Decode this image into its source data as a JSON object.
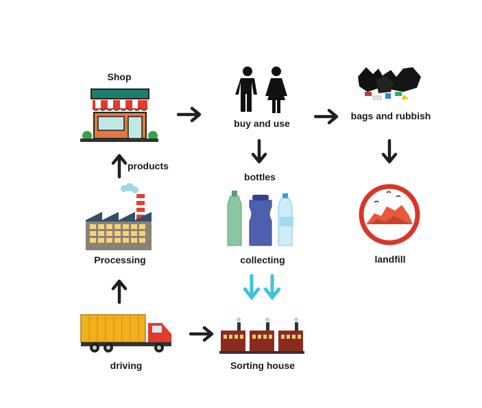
{
  "labels": {
    "shop": "Shop",
    "buy_and_use": "buy and use",
    "bags_and_rubbish": "bags and rubbish",
    "products": "products",
    "bottles": "bottles",
    "landfill": "landfill",
    "processing": "Processing",
    "collecting": "collecting",
    "driving": "driving",
    "sorting_house": "Sorting house"
  },
  "icons": {
    "shop": "shop-icon",
    "people": "people-icon",
    "rubbish": "rubbish-bags-icon",
    "factory": "factory-icon",
    "bottles": "bottles-icon",
    "landfill": "landfill-icon",
    "truck": "truck-icon",
    "sorting": "sorting-house-icon"
  },
  "colors": {
    "arrow": "#1f1f1f",
    "cyan_arrow": "#3cc4dd",
    "landfill_ring": "#d9362b",
    "truck": "#f2b01e",
    "shop_sign": "#1a7f6e",
    "brick": "#8a2b22"
  }
}
